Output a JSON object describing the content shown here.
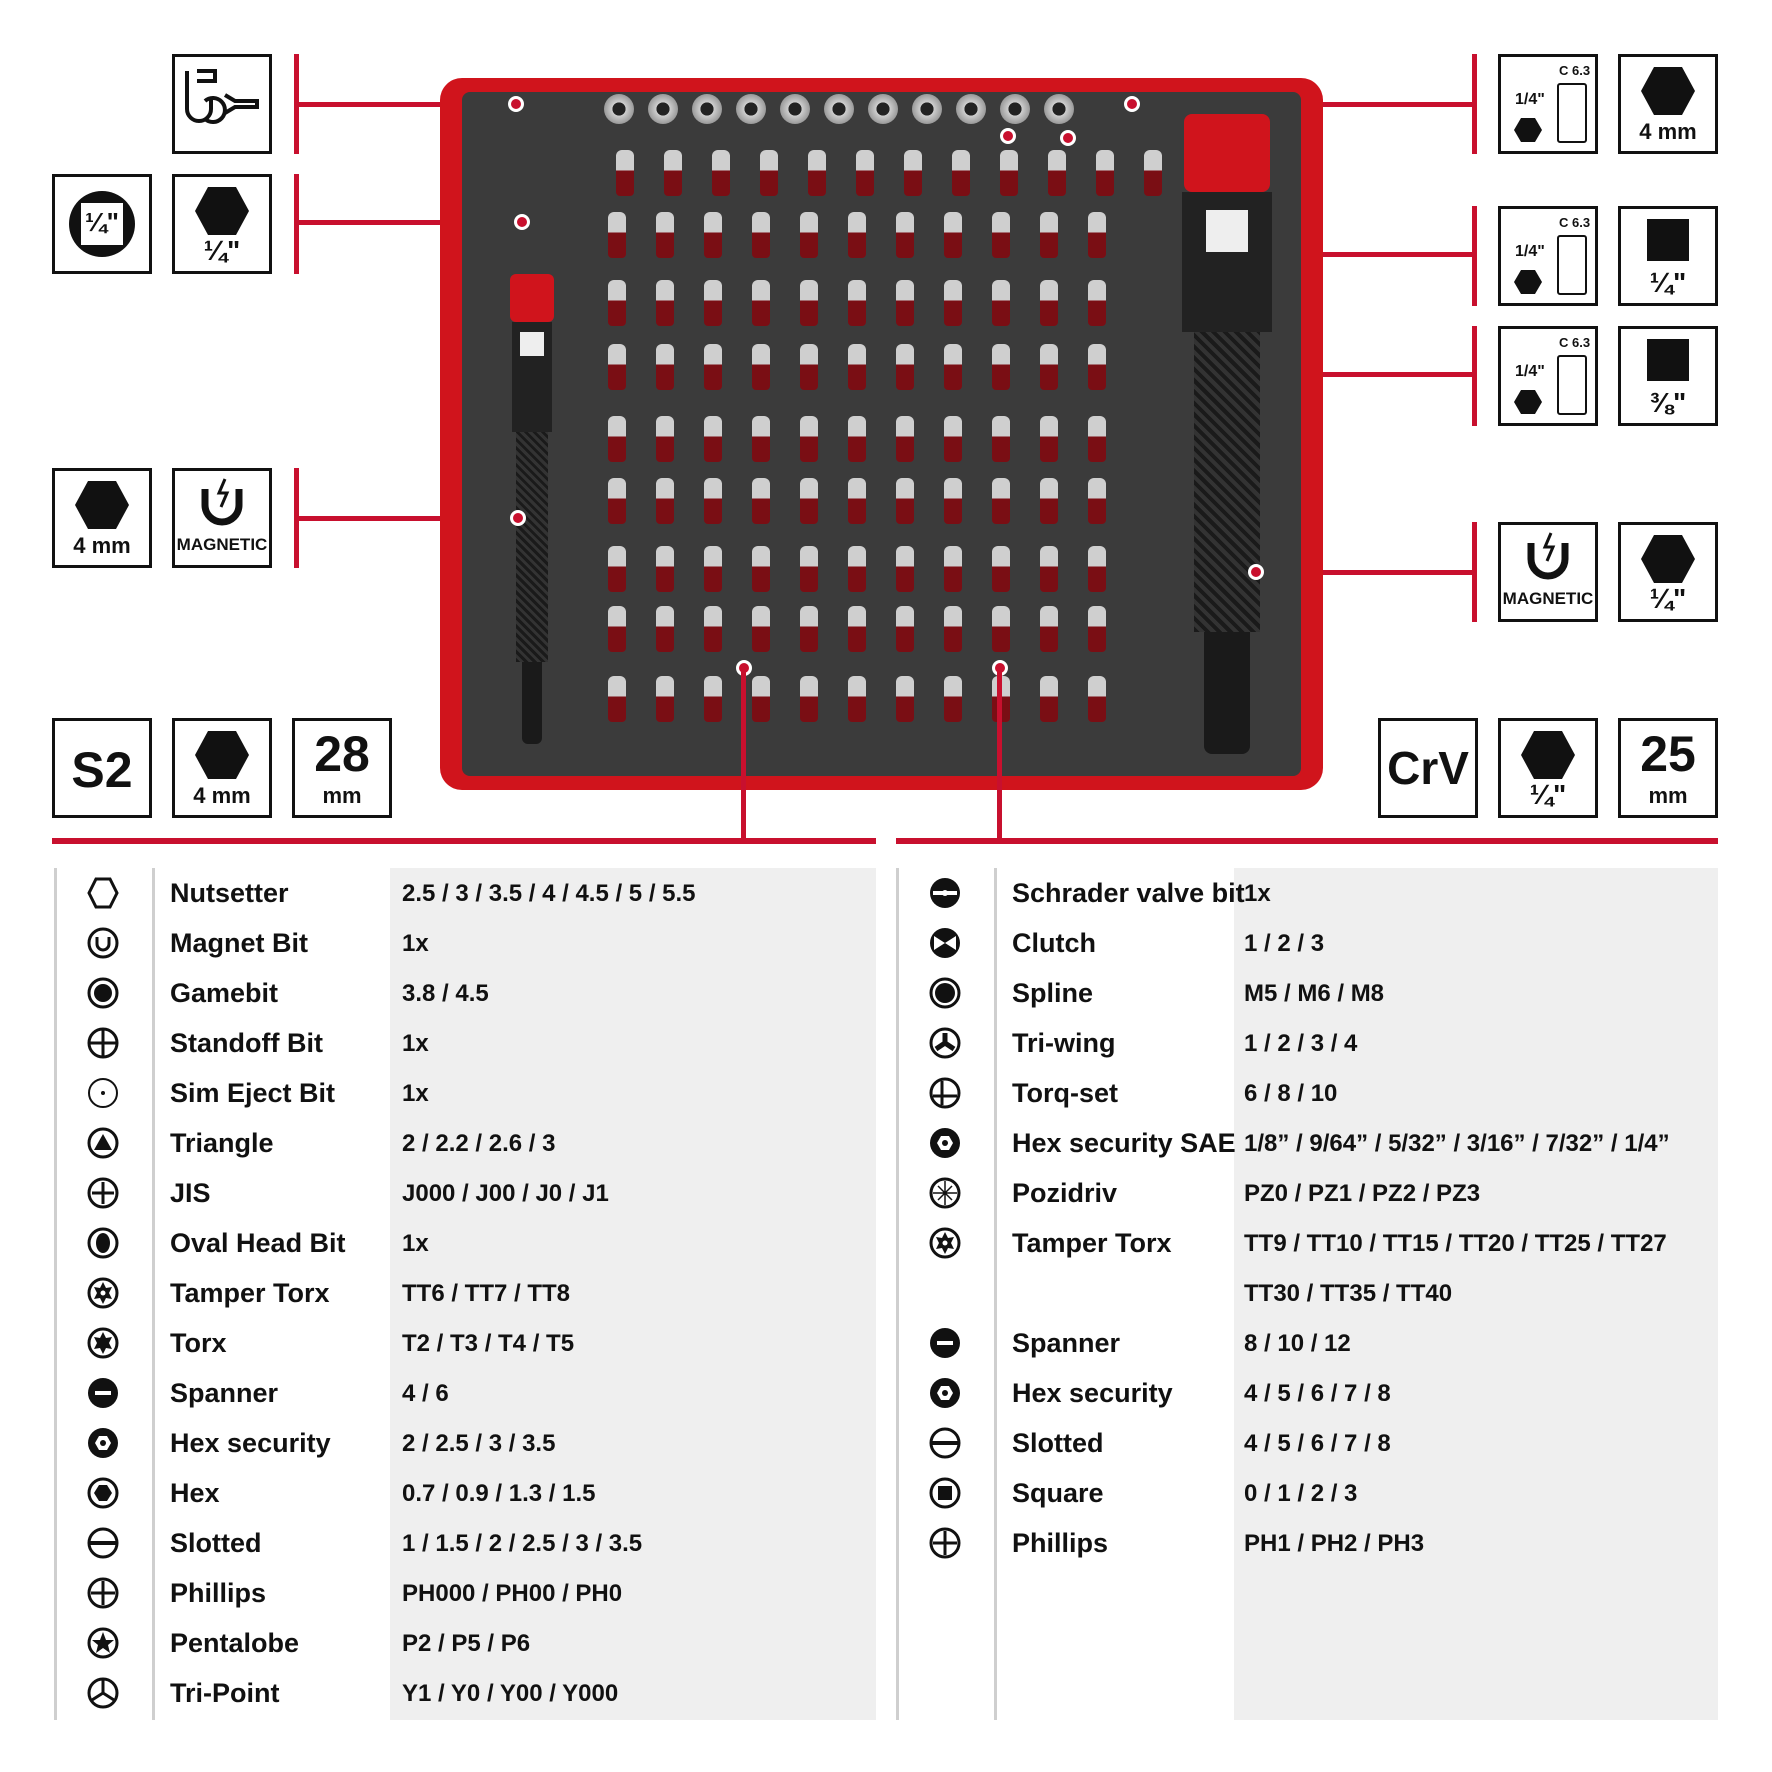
{
  "top_left": {
    "hook_icon": "hook-icon",
    "quarter_label": "¼\"",
    "hex_label": "¼\"",
    "left_handle_hex": "4 mm",
    "left_handle_magnetic": "MAGNETIC",
    "left_material": "S2",
    "left_hex": "4 mm",
    "left_length_num": "28",
    "left_length_unit": "mm"
  },
  "top_right": {
    "c63_a": "C 6.3",
    "frac_a": "1/4\"",
    "hex_a": "4 mm",
    "c63_b": "C 6.3",
    "frac_b": "1/4\"",
    "square_b": "¼\"",
    "c63_c": "C 6.3",
    "frac_c": "1/4\"",
    "square_c": "⅜\"",
    "magnetic": "MAGNETIC",
    "hex_d": "¼\"",
    "material": "CrV",
    "hex_e": "¼\"",
    "length_num": "25",
    "length_unit": "mm"
  },
  "left_table": [
    {
      "icon": "hex-outline-icon",
      "name": "Nutsetter",
      "values": "2.5 / 3 / 3.5 / 4 / 4.5 /  5 / 5.5"
    },
    {
      "icon": "magnet-icon",
      "name": "Magnet Bit",
      "values": "1x"
    },
    {
      "icon": "gamebit-icon",
      "name": "Gamebit",
      "values": "3.8 / 4.5"
    },
    {
      "icon": "standoff-icon",
      "name": "Standoff Bit",
      "values": "1x"
    },
    {
      "icon": "sim-eject-icon",
      "name": "Sim Eject Bit",
      "values": "1x"
    },
    {
      "icon": "triangle-icon",
      "name": "Triangle",
      "values": "2 / 2.2 / 2.6 / 3"
    },
    {
      "icon": "jis-icon",
      "name": "JIS",
      "values": "J000 / J00 / J0 / J1"
    },
    {
      "icon": "oval-head-icon",
      "name": "Oval Head Bit",
      "values": "1x"
    },
    {
      "icon": "tamper-torx-icon",
      "name": "Tamper Torx",
      "values": "TT6 / TT7 / TT8"
    },
    {
      "icon": "torx-icon",
      "name": "Torx",
      "values": "T2 / T3 / T4 / T5"
    },
    {
      "icon": "spanner-icon",
      "name": "Spanner",
      "values": "4 / 6"
    },
    {
      "icon": "hex-security-icon",
      "name": "Hex security",
      "values": "2 / 2.5 / 3 / 3.5"
    },
    {
      "icon": "hex-icon",
      "name": "Hex",
      "values": "0.7 / 0.9 / 1.3 / 1.5"
    },
    {
      "icon": "slotted-icon",
      "name": "Slotted",
      "values": "1 / 1.5 / 2 / 2.5 / 3 / 3.5"
    },
    {
      "icon": "phillips-icon",
      "name": "Phillips",
      "values": "PH000 / PH00 / PH0"
    },
    {
      "icon": "pentalobe-icon",
      "name": "Pentalobe",
      "values": "P2 / P5 / P6"
    },
    {
      "icon": "tri-point-icon",
      "name": "Tri-Point",
      "values": "Y1 / Y0 / Y00 / Y000"
    }
  ],
  "right_table": [
    {
      "icon": "schrader-icon",
      "name": "Schrader valve bit",
      "values": "1x"
    },
    {
      "icon": "clutch-icon",
      "name": "Clutch",
      "values": "1 / 2 / 3"
    },
    {
      "icon": "spline-icon",
      "name": "Spline",
      "values": "M5 / M6 / M8"
    },
    {
      "icon": "tri-wing-icon",
      "name": "Tri-wing",
      "values": "1 / 2 / 3 / 4"
    },
    {
      "icon": "torq-set-icon",
      "name": "Torq-set",
      "values": "6 / 8 / 10"
    },
    {
      "icon": "hex-security-sae-icon",
      "name": "Hex security SAE",
      "values": "1/8” / 9/64” / 5/32” / 3/16” / 7/32” / 1/4”"
    },
    {
      "icon": "pozidriv-icon",
      "name": "Pozidriv",
      "values": "PZ0 / PZ1 / PZ2 / PZ3"
    },
    {
      "icon": "tamper-torx-icon",
      "name": "Tamper Torx",
      "values": "TT9 / TT10 / TT15 / TT20 / TT25 / TT27"
    },
    {
      "icon": "",
      "name": "",
      "values": "TT30 / TT35 / TT40"
    },
    {
      "icon": "spanner-icon",
      "name": "Spanner",
      "values": "8 / 10 / 12"
    },
    {
      "icon": "hex-security-icon",
      "name": "Hex security",
      "values": "4 / 5 / 6 / 7 / 8"
    },
    {
      "icon": "slotted-icon",
      "name": "Slotted",
      "values": "4 / 5 / 6 / 7 / 8"
    },
    {
      "icon": "square-icon",
      "name": "Square",
      "values": "0 / 1 / 2 / 3"
    },
    {
      "icon": "phillips-icon",
      "name": "Phillips",
      "values": "PH1 / PH2 / PH3"
    }
  ],
  "colors": {
    "accent": "#c8102e",
    "tray": "#d0141c",
    "foam": "#3b3b3b",
    "table_bg": "#efefef"
  }
}
